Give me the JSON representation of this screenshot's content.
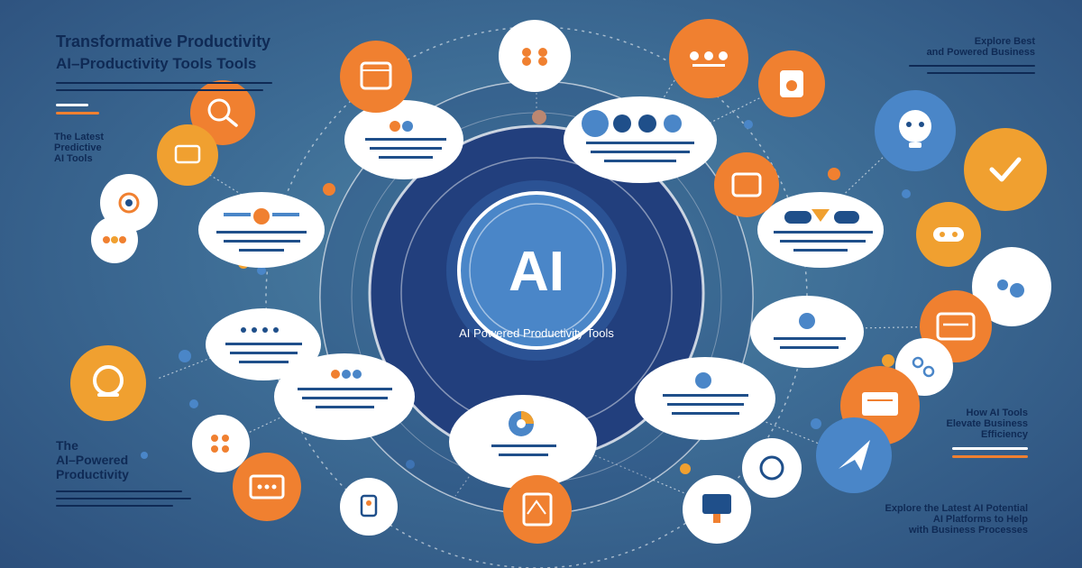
{
  "colors": {
    "orange": "#f08030",
    "amber": "#f0a030",
    "blue": "#4a86c8",
    "navy": "#1f4f8a",
    "hub_dark": "#203e7a",
    "card": "#ffffff",
    "text_dark": "#0f2a55"
  },
  "top_left": {
    "title": "Transformative Productivity",
    "subtitle": "AI–Productivity Tools Tools"
  },
  "top_right": {
    "line1": "Explore Best",
    "line2": "and Powered Business"
  },
  "left_mid": {
    "lines": [
      "The Latest",
      "Predictive",
      "AI Tools"
    ]
  },
  "bottom_left": {
    "line1": "The",
    "line2": "AI–Powered",
    "line3": "Productivity"
  },
  "right_mid": {
    "lines": [
      "How AI Tools",
      "Elevate Business",
      "Efficiency"
    ]
  },
  "bottom_right": {
    "line1": "Explore the Latest AI Potential",
    "line2": "AI Platforms to Help",
    "line3": "with Business Processes"
  },
  "hub": {
    "logo_text": "AI",
    "label": "AI  Powered Productivity Tools"
  },
  "icons": [
    {
      "name": "magnifier-icon",
      "kind": "orange"
    },
    {
      "name": "screen-icon",
      "kind": "amber"
    },
    {
      "name": "target-icon",
      "kind": "white"
    },
    {
      "name": "dots-icon",
      "kind": "white"
    },
    {
      "name": "browser-icon",
      "kind": "orange"
    },
    {
      "name": "flower-icon",
      "kind": "white"
    },
    {
      "name": "network-icon",
      "kind": "orange"
    },
    {
      "name": "robot-icon",
      "kind": "orange"
    },
    {
      "name": "assistant-icon",
      "kind": "blue"
    },
    {
      "name": "check-icon",
      "kind": "amber"
    },
    {
      "name": "card-icon",
      "kind": "orange"
    },
    {
      "name": "face-icon",
      "kind": "amber"
    },
    {
      "name": "chat-icon",
      "kind": "white"
    },
    {
      "name": "window-icon",
      "kind": "orange"
    },
    {
      "name": "link-icon",
      "kind": "white"
    },
    {
      "name": "presentation-icon",
      "kind": "orange"
    },
    {
      "name": "rocket-icon",
      "kind": "blue"
    },
    {
      "name": "disc-icon",
      "kind": "white"
    },
    {
      "name": "monitor-icon",
      "kind": "white"
    },
    {
      "name": "document-icon",
      "kind": "orange"
    },
    {
      "name": "pin-icon",
      "kind": "white"
    },
    {
      "name": "form-icon",
      "kind": "orange"
    },
    {
      "name": "grid-icon",
      "kind": "white"
    },
    {
      "name": "headset-icon",
      "kind": "amber"
    }
  ],
  "cards": [
    {
      "name": "card-top-left"
    },
    {
      "name": "card-top-right"
    },
    {
      "name": "card-left"
    },
    {
      "name": "card-right"
    },
    {
      "name": "card-left-lower"
    },
    {
      "name": "card-right-mid"
    },
    {
      "name": "card-bottom-left"
    },
    {
      "name": "card-bottom-center"
    },
    {
      "name": "card-bottom-right"
    }
  ]
}
